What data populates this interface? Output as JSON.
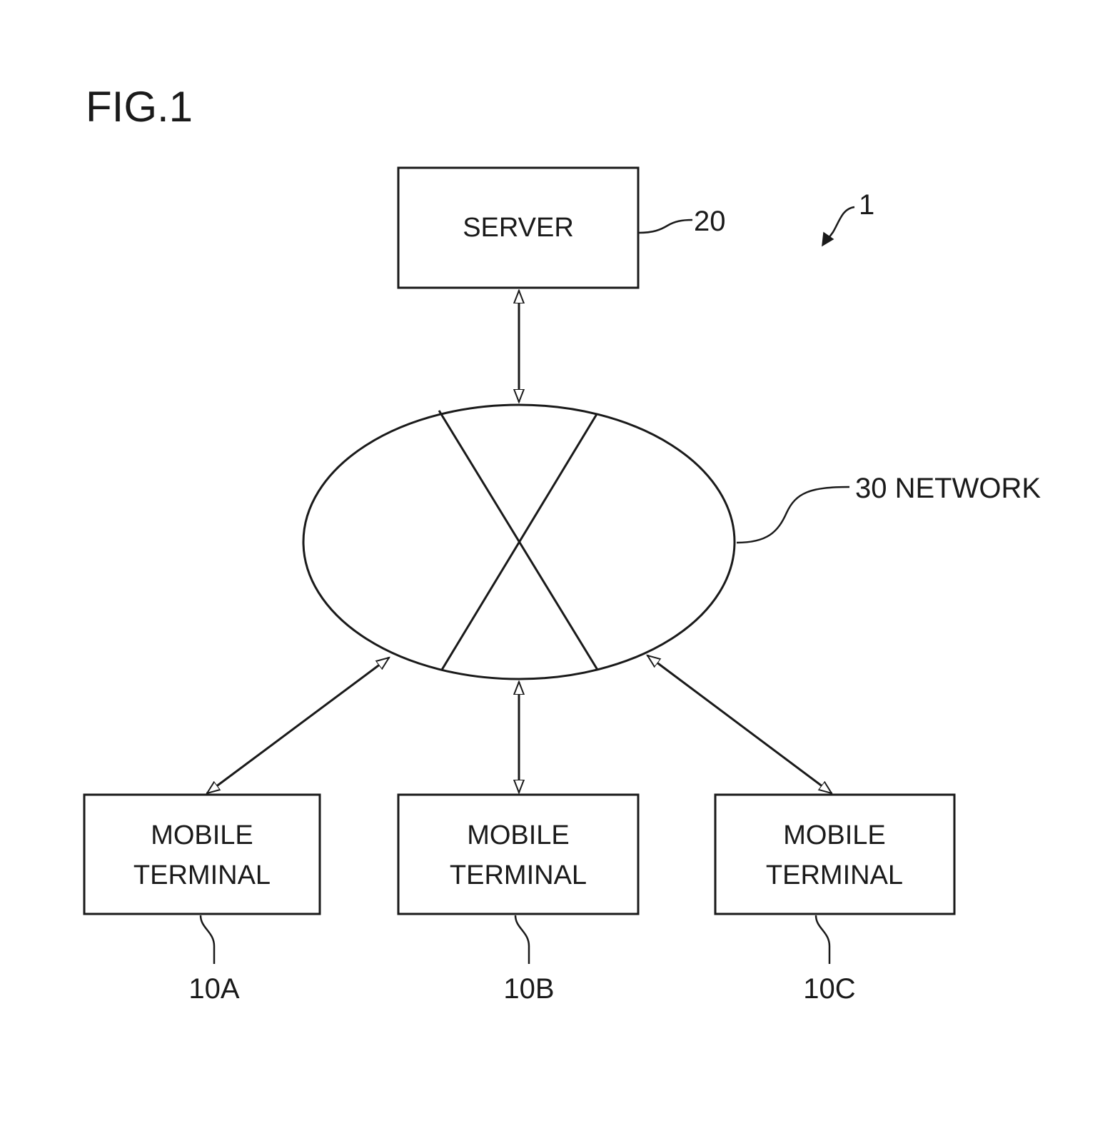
{
  "figure": {
    "title": "FIG.1",
    "system_ref": "1"
  },
  "server": {
    "label": "SERVER",
    "ref": "20"
  },
  "network": {
    "label": "30 NETWORK"
  },
  "terminals": [
    {
      "line1": "MOBILE",
      "line2": "TERMINAL",
      "ref": "10A"
    },
    {
      "line1": "MOBILE",
      "line2": "TERMINAL",
      "ref": "10B"
    },
    {
      "line1": "MOBILE",
      "line2": "TERMINAL",
      "ref": "10C"
    }
  ],
  "colors": {
    "ink": "#1a1a1a",
    "background": "#ffffff"
  }
}
